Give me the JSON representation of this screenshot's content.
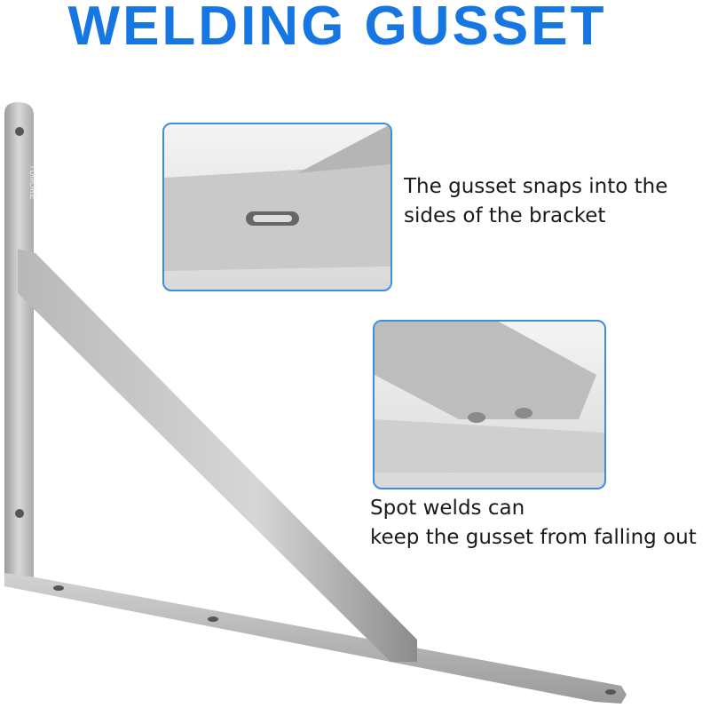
{
  "title": "WELDING GUSSET",
  "brand_logo": "YUMORE",
  "callouts": [
    {
      "line1": "The gusset snaps into the",
      "line2": "sides of the bracket"
    },
    {
      "line1": "Spot welds can",
      "line2": "keep the gusset from falling out"
    }
  ],
  "colors": {
    "title": "#1677e3",
    "inset_border": "#3d8ee0",
    "steel": "#c4c4c4"
  }
}
